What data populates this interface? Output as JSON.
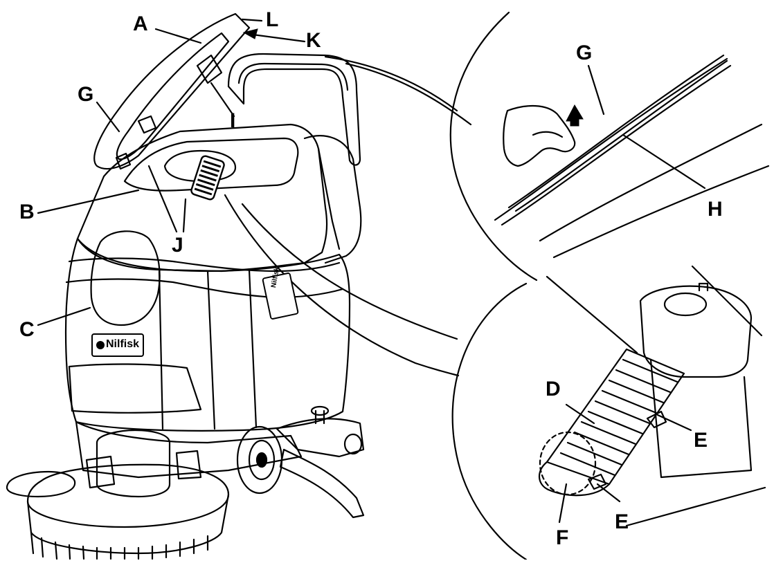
{
  "diagram": {
    "callouts": {
      "A": "A",
      "L": "L",
      "K": "K",
      "G_main": "G",
      "I": "I",
      "B": "B",
      "J": "J",
      "C": "C",
      "G_detail": "G",
      "H": "H",
      "D": "D",
      "E_upper": "E",
      "E_lower": "E",
      "F": "F"
    },
    "brand_plate": "Nilfisk",
    "side_badge": "Nilfisk"
  },
  "colors": {
    "ink": "#000000",
    "background": "#ffffff",
    "shade": "#d9d9d9"
  }
}
